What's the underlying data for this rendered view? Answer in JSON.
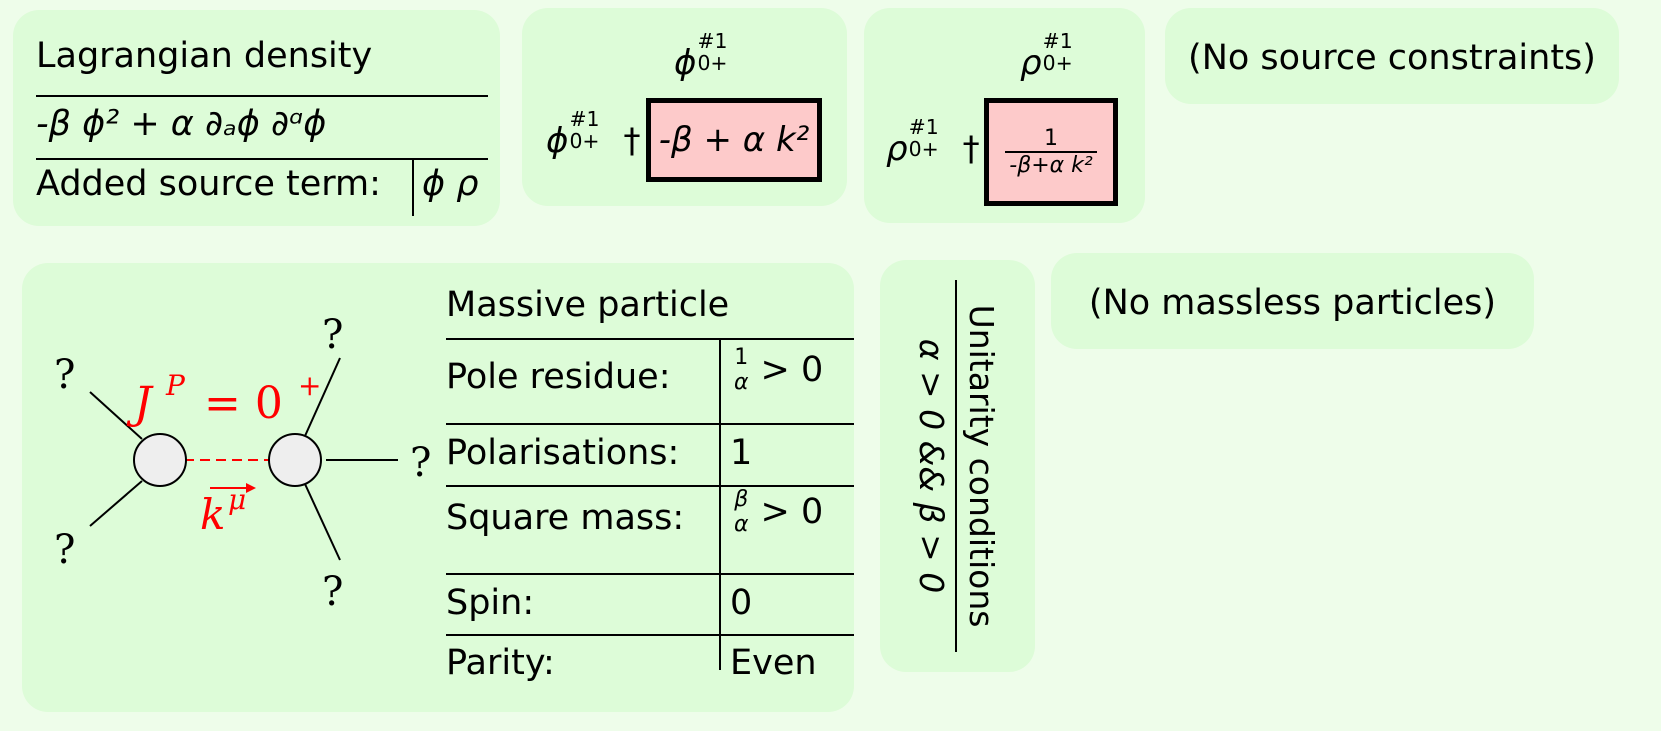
{
  "lagrangian": {
    "title": "Lagrangian density",
    "expression": "-β ϕ² + α ∂ₐϕ ∂ᵅϕ",
    "source_label": "Added source term:",
    "source_term": "ϕ ρ"
  },
  "phi_propagator": {
    "field": "ϕ",
    "index_top": "#1",
    "index_bottom": "0+",
    "dagger": "†",
    "entry": "-β + α k²"
  },
  "rho_propagator": {
    "field": "ρ",
    "index_top": "#1",
    "index_bottom": "0+",
    "dagger": "†",
    "numerator": "1",
    "denominator": "-β+α k²"
  },
  "source_constraints": "(No source constraints)",
  "diagram": {
    "question_mark": "?",
    "jp_label": "J",
    "jp_sup": "P",
    "jp_value": "= 0",
    "jp_value_sup": "+",
    "momentum": "k",
    "momentum_sup": "μ",
    "line_color": "#ff0000",
    "vertex_fill": "#eeeeee"
  },
  "massive_particle": {
    "title": "Massive particle",
    "rows": [
      {
        "label": "Pole residue:",
        "value_num": "1",
        "value_den": "α",
        "value_rest": "> 0"
      },
      {
        "label": "Polarisations:",
        "value": "1"
      },
      {
        "label": "Square mass:",
        "value_num": "β",
        "value_den": "α",
        "value_rest": "> 0"
      },
      {
        "label": "Spin:",
        "value": "0"
      },
      {
        "label": "Parity:",
        "value": "Even"
      }
    ]
  },
  "unitarity": {
    "title": "Unitarity conditions",
    "condition": "α > 0 && β > 0"
  },
  "massless": "(No massless particles)",
  "colors": {
    "page_background": "#eefdea",
    "panel_background": "#ddfcd8",
    "highlight_box": "#fdcaca",
    "accent_red": "#ff0000"
  }
}
